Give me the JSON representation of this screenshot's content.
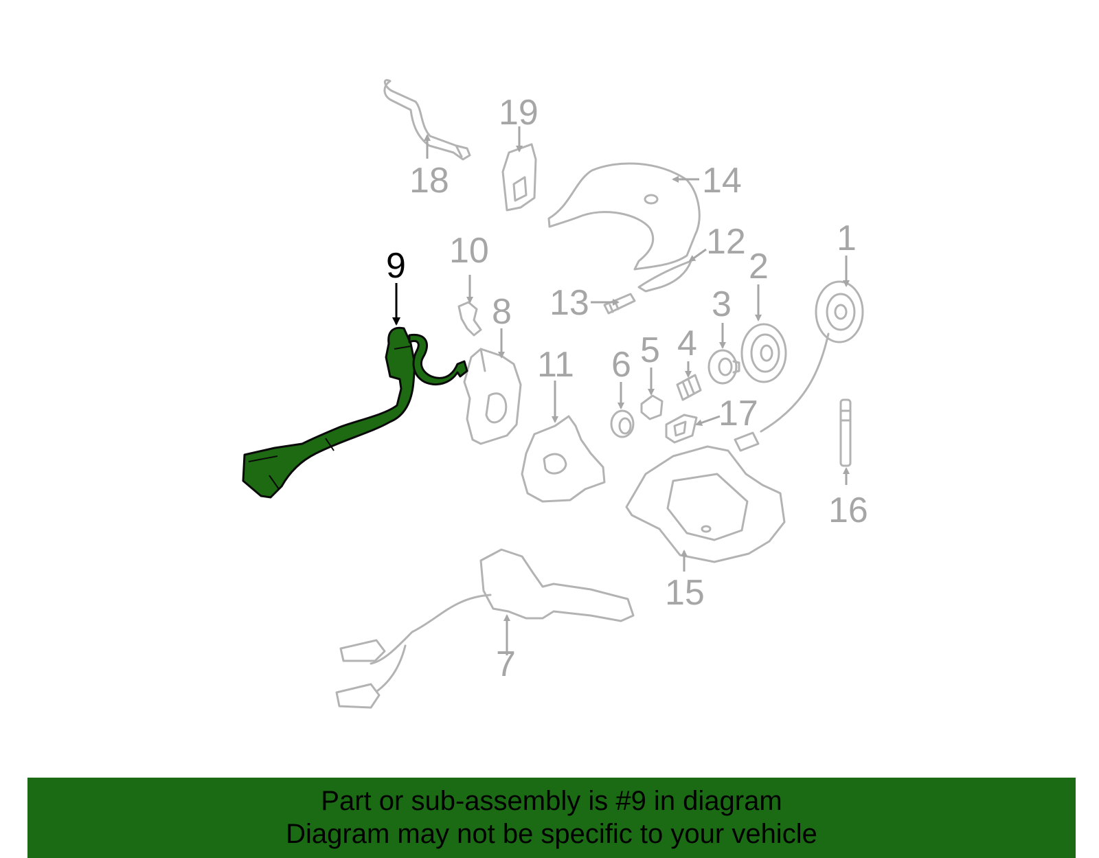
{
  "diagram": {
    "highlighted_part": "9",
    "callouts": [
      "1",
      "2",
      "3",
      "4",
      "5",
      "6",
      "7",
      "8",
      "9",
      "10",
      "11",
      "12",
      "13",
      "14",
      "15",
      "16",
      "17",
      "18",
      "19"
    ],
    "colors": {
      "highlight": "#1d6a12",
      "parts": "#b3b3b3",
      "banner": "#1a6b13"
    }
  },
  "banner": {
    "line1": "Part or sub-assembly is #9 in diagram",
    "line2": "Diagram may not be specific to your vehicle"
  }
}
